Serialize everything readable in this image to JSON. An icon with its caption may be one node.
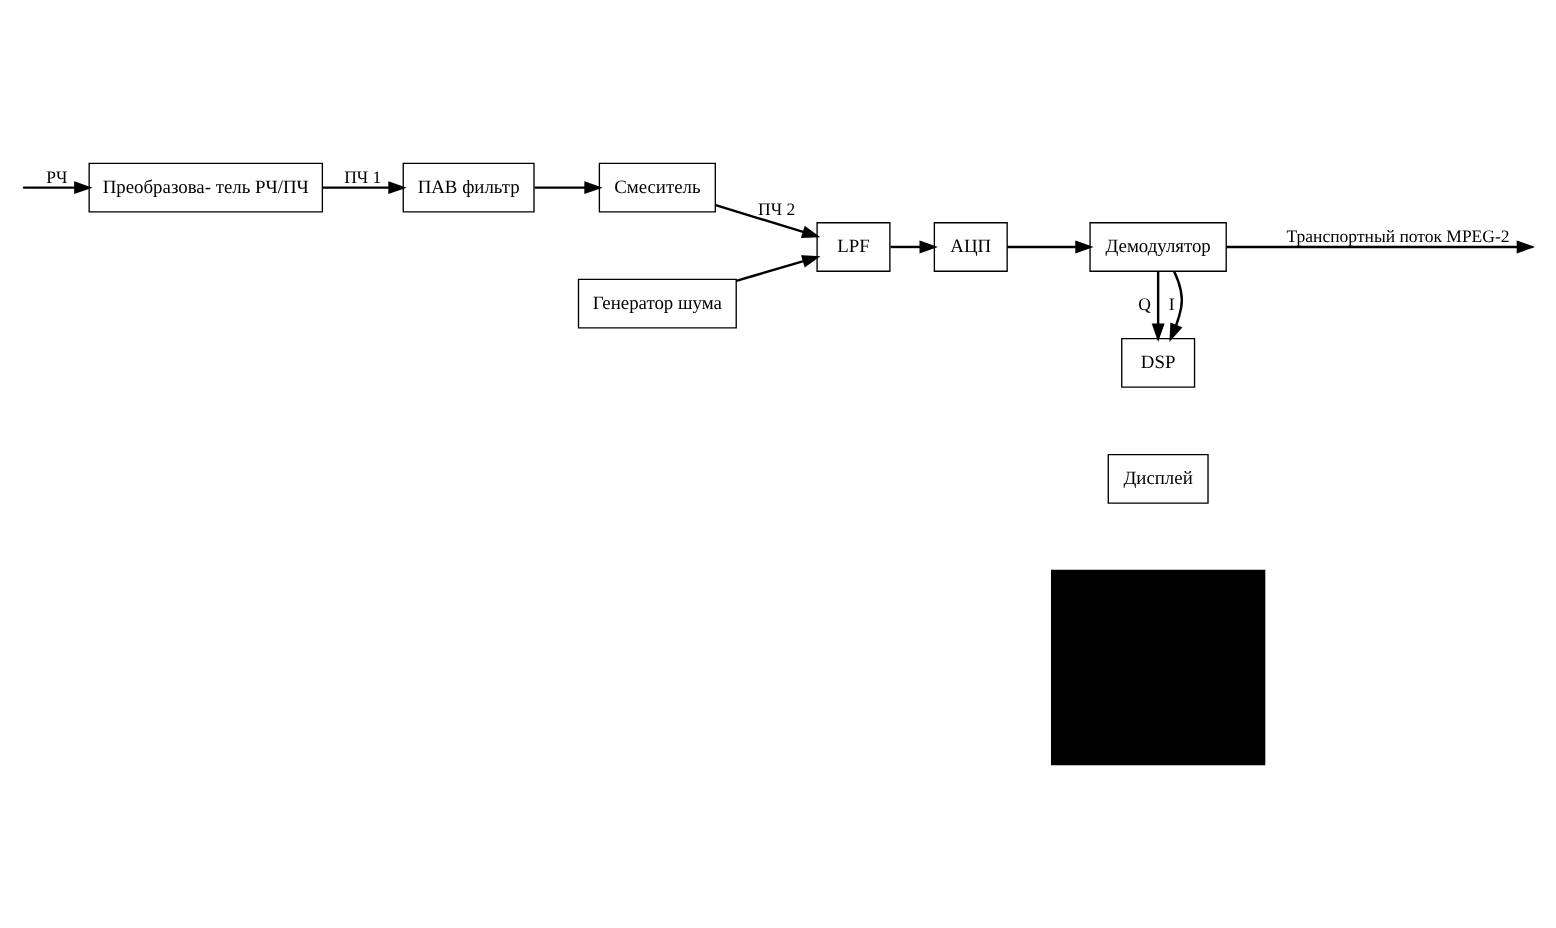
{
  "diagram": {
    "nodes": [
      {
        "text": [
          "Преобразова- тель РЧ/ПЧ"
        ]
      },
      {
        "text": [
          "ПАВ фильтр"
        ]
      },
      {
        "text": [
          "Смеситель"
        ]
      },
      {
        "text": [
          "LPF"
        ]
      },
      {
        "text": [
          "АЦП"
        ]
      },
      {
        "text": [
          "Демодулятор"
        ]
      },
      {
        "text": [
          "Генератор шума"
        ]
      },
      {
        "text": [
          "DSP"
        ]
      },
      {
        "text": [
          "Дисплей"
        ]
      },
      {
        "text": [],
        "shape": "box"
      }
    ],
    "edges": [
      {
        "from": null,
        "to": 0,
        "arrow": "to",
        "label": "РЧ"
      },
      {
        "from": 0,
        "to": 1,
        "arrow": "to",
        "label": "ПЧ 1"
      },
      {
        "from": 1,
        "to": 2,
        "arrow": "to"
      },
      {
        "from": 2,
        "to": 3,
        "arrow": "to",
        "label": "ПЧ 2"
      },
      {
        "from": 6,
        "to": 3,
        "arrow": "to"
      },
      {
        "from": 3,
        "to": 4,
        "arrow": "to"
      },
      {
        "from": 4,
        "to": 5,
        "arrow": "to"
      },
      {
        "from": 5,
        "to": null,
        "arrow": "to",
        "label": "Транспортный поток MPEG-2"
      },
      {
        "from": 5,
        "to": 7,
        "arrow": "to",
        "label": "I"
      },
      {
        "from": 5,
        "to": 7,
        "arrow": "to",
        "label": "Q"
      }
    ]
  }
}
